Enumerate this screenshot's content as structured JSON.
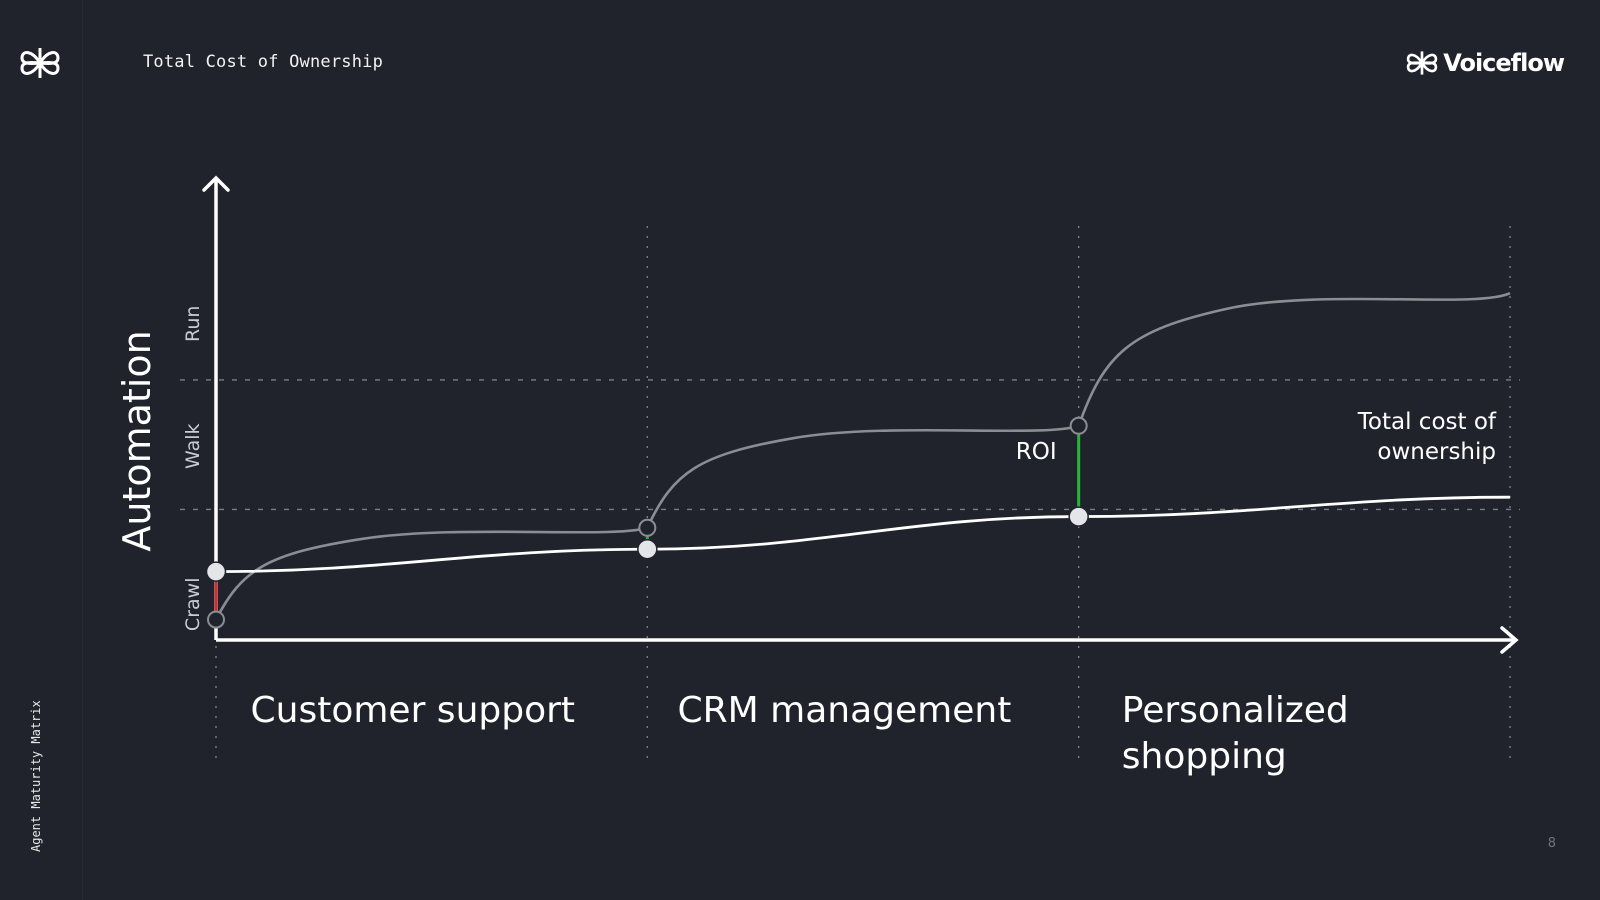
{
  "header": {
    "title": "Total Cost of Ownership",
    "logo_text": "Voiceflow"
  },
  "sidebar": {
    "label": "Agent Maturity Matrix"
  },
  "footer": {
    "page_number": "8"
  },
  "colors": {
    "background": "#20232c",
    "tco_line": "#ffffff",
    "automation_line": "#8a8d94",
    "negative_gap": "#d42a2a",
    "positive_gap": "#27b43a",
    "grid": "#9a9da5"
  },
  "chart_data": {
    "type": "line",
    "ylabel": "Automation",
    "xlabel": "",
    "y_levels": [
      "Crawl",
      "Walk",
      "Run"
    ],
    "categories": [
      "Customer support",
      "CRM management",
      "Personalized\nshopping"
    ],
    "x": [
      0,
      1,
      2,
      3
    ],
    "xlim": [
      0,
      3
    ],
    "ylim": [
      0,
      4
    ],
    "grid": true,
    "series": [
      {
        "name": "",
        "style": "s-curve",
        "color": "#8a8d94",
        "values": [
          0.2,
          1.1,
          2.1,
          3.4
        ]
      },
      {
        "name": "Total cost of ownership",
        "style": "smooth",
        "color": "#ffffff",
        "values": [
          0.67,
          0.89,
          1.21,
          1.4
        ]
      }
    ],
    "annotations": [
      {
        "text": "ROI",
        "at": 2
      },
      {
        "text": "Total cost of\nownership",
        "at": 3
      }
    ],
    "gap_markers": [
      {
        "at": 0,
        "kind": "negative"
      },
      {
        "at": 1,
        "kind": "positive"
      },
      {
        "at": 2,
        "kind": "positive"
      }
    ]
  }
}
